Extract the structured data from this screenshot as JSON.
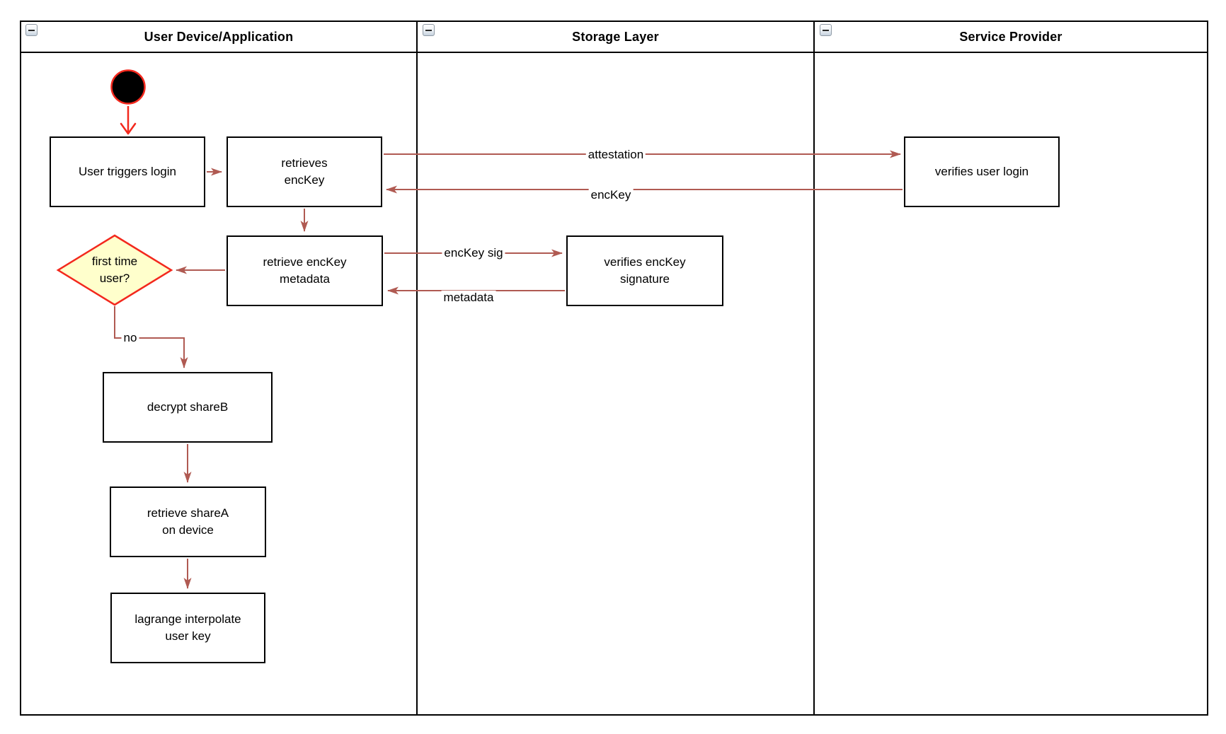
{
  "diagram": {
    "type": "uml-activity-swimlane",
    "lanes": [
      {
        "title": "User Device/Application"
      },
      {
        "title": "Storage Layer"
      },
      {
        "title": "Service Provider"
      }
    ],
    "collapse_icon": "minus-icon",
    "nodes": {
      "start": "initial-state",
      "user_triggers_login": "User triggers login",
      "retrieves_enckey": "retrieves\nencKey",
      "verifies_user_login": "verifies user login",
      "retrieve_enckey_metadata": "retrieve encKey\nmetadata",
      "verifies_enckey_signature": "verifies encKey\nsignature",
      "decision_first_time_user": "first time\nuser?",
      "decrypt_shareb": "decrypt shareB",
      "retrieve_sharea": "retrieve shareA\non device",
      "lagrange_interpolate": "lagrange interpolate\nuser key"
    },
    "edge_labels": {
      "attestation": "attestation",
      "enckey": "encKey",
      "enckey_sig": "encKey sig",
      "metadata": "metadata",
      "no": "no"
    },
    "colors": {
      "connector": "#b05a52",
      "highlight_red": "#f3281d",
      "decision_fill": "#ffffcc",
      "shape_border": "#000000",
      "background": "#ffffff"
    }
  }
}
